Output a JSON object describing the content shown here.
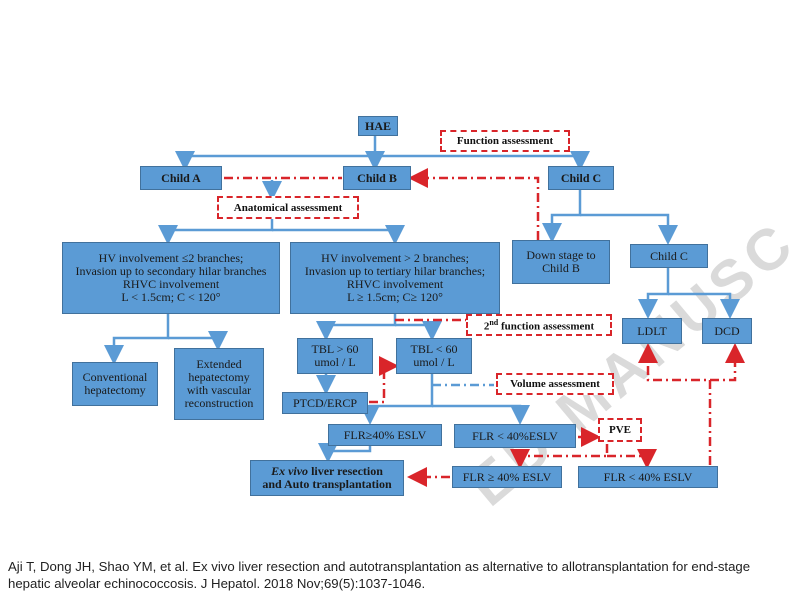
{
  "nodes": {
    "hae": "HAE",
    "function_assessment": "Function assessment",
    "child_a": "Child A",
    "child_b": "Child B",
    "child_c_top": "Child C",
    "anatomical_assessment": "Anatomical assessment",
    "hv_le2": [
      "HV involvement ≤2 branches;",
      "Invasion up to secondary hilar branches",
      "RHVC involvement",
      "L < 1.5cm; C < 120°"
    ],
    "hv_gt2": [
      "HV involvement  > 2 branches;",
      "Invasion up to tertiary hilar branches;",
      "RHVC involvement",
      "L ≥ 1.5cm; C≥ 120°"
    ],
    "down_stage": [
      "Down stage to",
      "Child B"
    ],
    "child_c_right": "Child C",
    "second_function_prefix": "2",
    "second_function_sup": "nd",
    "second_function_suffix": " function assessment",
    "conventional": [
      "Conventional",
      "hepatectomy"
    ],
    "extended": [
      "Extended",
      "hepatectomy",
      "with vascular",
      "reconstruction"
    ],
    "tbl_gt60": [
      "TBL > 60",
      "umol / L"
    ],
    "tbl_lt60": [
      "TBL < 60",
      "umol / L"
    ],
    "ldlt": "LDLT",
    "dcd": "DCD",
    "ptcd": "PTCD/ERCP",
    "volume_assessment": "Volume assessment",
    "flr_ge40_top": "FLR≥40% ESLV",
    "flr_lt40_top": "FLR < 40%ESLV",
    "pve": "PVE",
    "ex_vivo_italic": "Ex vivo",
    "ex_vivo_rest": " liver resection",
    "auto_transplant": "and Auto transplantation",
    "flr_ge40_bottom": "FLR ≥ 40% ESLV",
    "flr_lt40_bottom": "FLR < 40% ESLV"
  },
  "watermark": "ED MANUSC",
  "citation": "Aji T, Dong JH, Shao YM, et al.  Ex vivo liver resection and autotransplantation as alternative to allotransplantation for end-stage hepatic alveolar echinococcosis. J Hepatol. 2018 Nov;69(5):1037-1046.",
  "colors": {
    "box_fill": "#5b9bd5",
    "box_border": "#41719c",
    "solid_arrow": "#5b9bd5",
    "dash_arrow": "#d9252a"
  }
}
